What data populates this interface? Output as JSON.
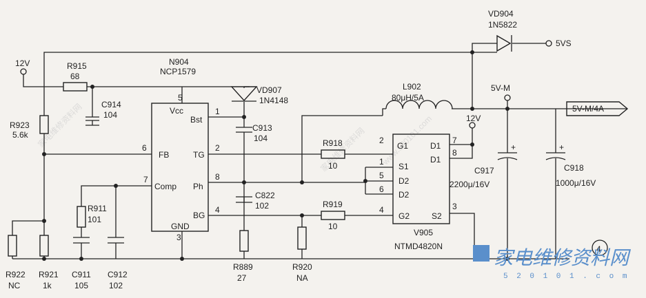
{
  "ic": {
    "designator": "N904",
    "part": "NCP1579",
    "pins": {
      "vcc": "Vcc",
      "bst": "Bst",
      "fb": "FB",
      "tg": "TG",
      "comp": "Comp",
      "ph": "Ph",
      "bg": "BG",
      "gnd": "GND"
    },
    "pin_numbers": {
      "vcc": "5",
      "bst": "1",
      "fb": "6",
      "tg": "2",
      "comp": "7",
      "ph": "8",
      "bg": "4",
      "gnd": "3"
    }
  },
  "mosfet": {
    "designator": "V905",
    "part": "NTMD4820N",
    "pins": {
      "g1": "G1",
      "s1": "S1",
      "d2a": "D2",
      "d2b": "D2",
      "g2": "G2",
      "d1a": "D1",
      "d1b": "D1",
      "s2": "S2"
    },
    "pin_numbers": {
      "g1": "2",
      "s1": "1",
      "d2a": "5",
      "d2b": "6",
      "g2": "4",
      "d1a": "7",
      "d1b": "8",
      "s2": "3"
    }
  },
  "components": {
    "r915": {
      "ref": "R915",
      "value": "68"
    },
    "c914": {
      "ref": "C914",
      "value": "104"
    },
    "r923": {
      "ref": "R923",
      "value": "5.6k"
    },
    "r922": {
      "ref": "R922",
      "value": "NC"
    },
    "r921": {
      "ref": "R921",
      "value": "1k"
    },
    "r911": {
      "ref": "R911",
      "value": "101"
    },
    "c911": {
      "ref": "C911",
      "value": "105"
    },
    "c912": {
      "ref": "C912",
      "value": "102"
    },
    "vd907": {
      "ref": "VD907",
      "value": "1N4148"
    },
    "c913": {
      "ref": "C913",
      "value": "104"
    },
    "c822": {
      "ref": "C822",
      "value": "102"
    },
    "r889": {
      "ref": "R889",
      "value": "27"
    },
    "r920": {
      "ref": "R920",
      "value": "NA"
    },
    "r918": {
      "ref": "R918",
      "value": "10"
    },
    "r919": {
      "ref": "R919",
      "value": "10"
    },
    "l902": {
      "ref": "L902",
      "value": "80μH/5A"
    },
    "vd904": {
      "ref": "VD904",
      "value": "1N5822"
    },
    "c917": {
      "ref": "C917",
      "value": "2200μ/16V"
    },
    "c918": {
      "ref": "C918",
      "value": "1000μ/16V"
    }
  },
  "nets": {
    "in12v": "12V",
    "d1_12v": "12V",
    "v5vs": "5VS",
    "v5vm": "5V-M",
    "out": "5V-M/4A"
  },
  "badge": "4",
  "watermark": {
    "text": "家电维修资料网",
    "url": "www.520101.com",
    "url_short": "5 2 0 1 0 1 . c o m",
    "brand_color": "#5a8fcb"
  }
}
